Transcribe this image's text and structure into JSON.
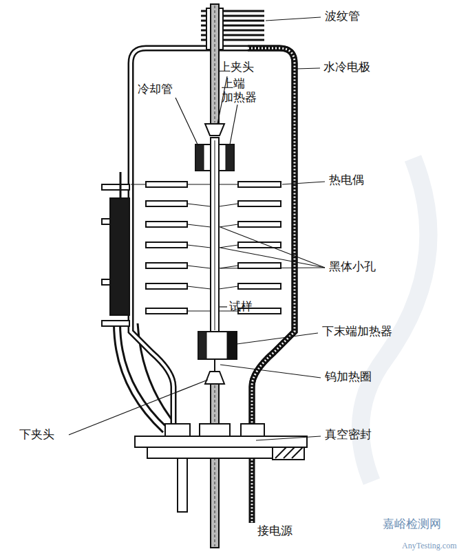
{
  "diagram": {
    "labels": [
      "波纹管",
      "上夹头",
      "水冷电极",
      "冷却管",
      "上端 加热器",
      "热电偶",
      "黑体小孔",
      "试样",
      "下末端加热器",
      "钨加热圈",
      "下夹头",
      "真空密封",
      "接电源",
      "嘉峪检测网",
      "AnyTesting.com"
    ]
  }
}
